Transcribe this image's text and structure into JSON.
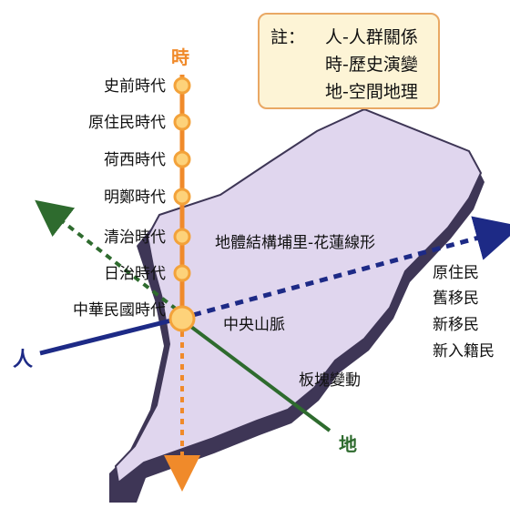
{
  "note": {
    "prefix": "註：",
    "lines": [
      "人-人群關係",
      "時-歷史演變",
      "地-空間地理"
    ]
  },
  "axes": {
    "time_label": "時",
    "people_label": "人",
    "land_label": "地"
  },
  "eras": [
    "史前時代",
    "原住民時代",
    "荷西時代",
    "明鄭時代",
    "清治時代",
    "日治時代",
    "中華民國時代"
  ],
  "map_labels": {
    "structure": "地體結構埔里-花蓮線形",
    "mountain": "中央山脈",
    "plates": "板塊變動"
  },
  "peoples": [
    "原住民",
    "舊移民",
    "新移民",
    "新入籍民"
  ],
  "colors": {
    "island_fill": "#e0d6ee",
    "island_side": "#3e3656",
    "time_axis": "#f08a2a",
    "node_fill": "#fdd27a",
    "node_stroke": "#f3a23a",
    "people_axis": "#1d2a86",
    "land_axis": "#2e6b2e",
    "note_border": "#e9a864",
    "note_fill": "#fdf4d6"
  }
}
